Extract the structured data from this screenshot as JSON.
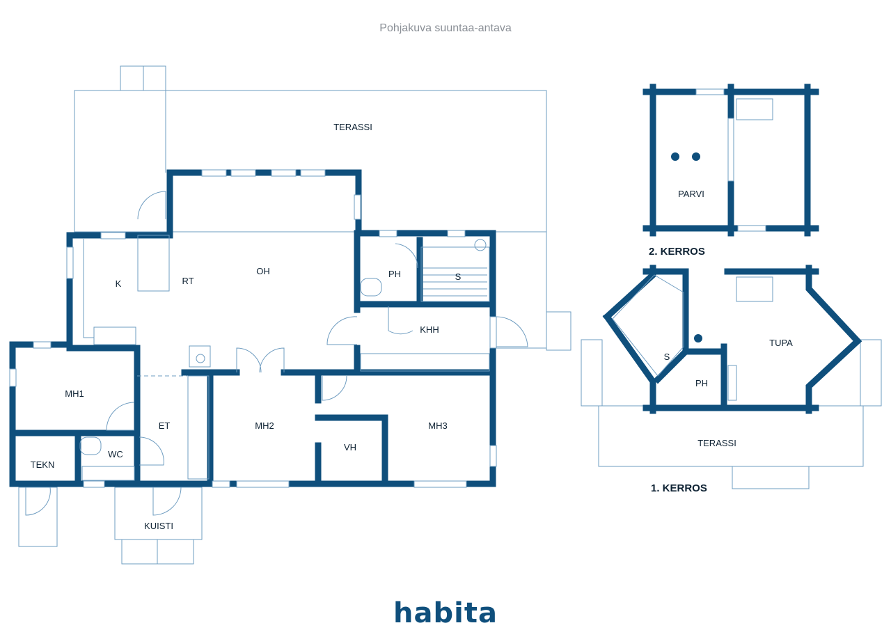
{
  "title": "Pohjakuva suuntaa-antava",
  "rooms_main": {
    "terassi": "TERASSI",
    "k": "K",
    "rt": "RT",
    "oh": "OH",
    "ph": "PH",
    "s": "S",
    "khh": "KHH",
    "mh1": "MH1",
    "et": "ET",
    "mh2": "MH2",
    "mh3": "MH3",
    "vh": "VH",
    "tekn": "TEKN",
    "wc": "WC",
    "kuisti": "KUISTI"
  },
  "floor2": {
    "label": "2. KERROS",
    "parvi": "PARVI"
  },
  "floor1": {
    "label": "1. KERROS",
    "tupa": "TUPA",
    "s": "S",
    "ph": "PH",
    "terassi": "TERASSI"
  },
  "logo": "habita",
  "colors": {
    "wall": "#0f4f7c",
    "thin": "#6e9cc0"
  }
}
